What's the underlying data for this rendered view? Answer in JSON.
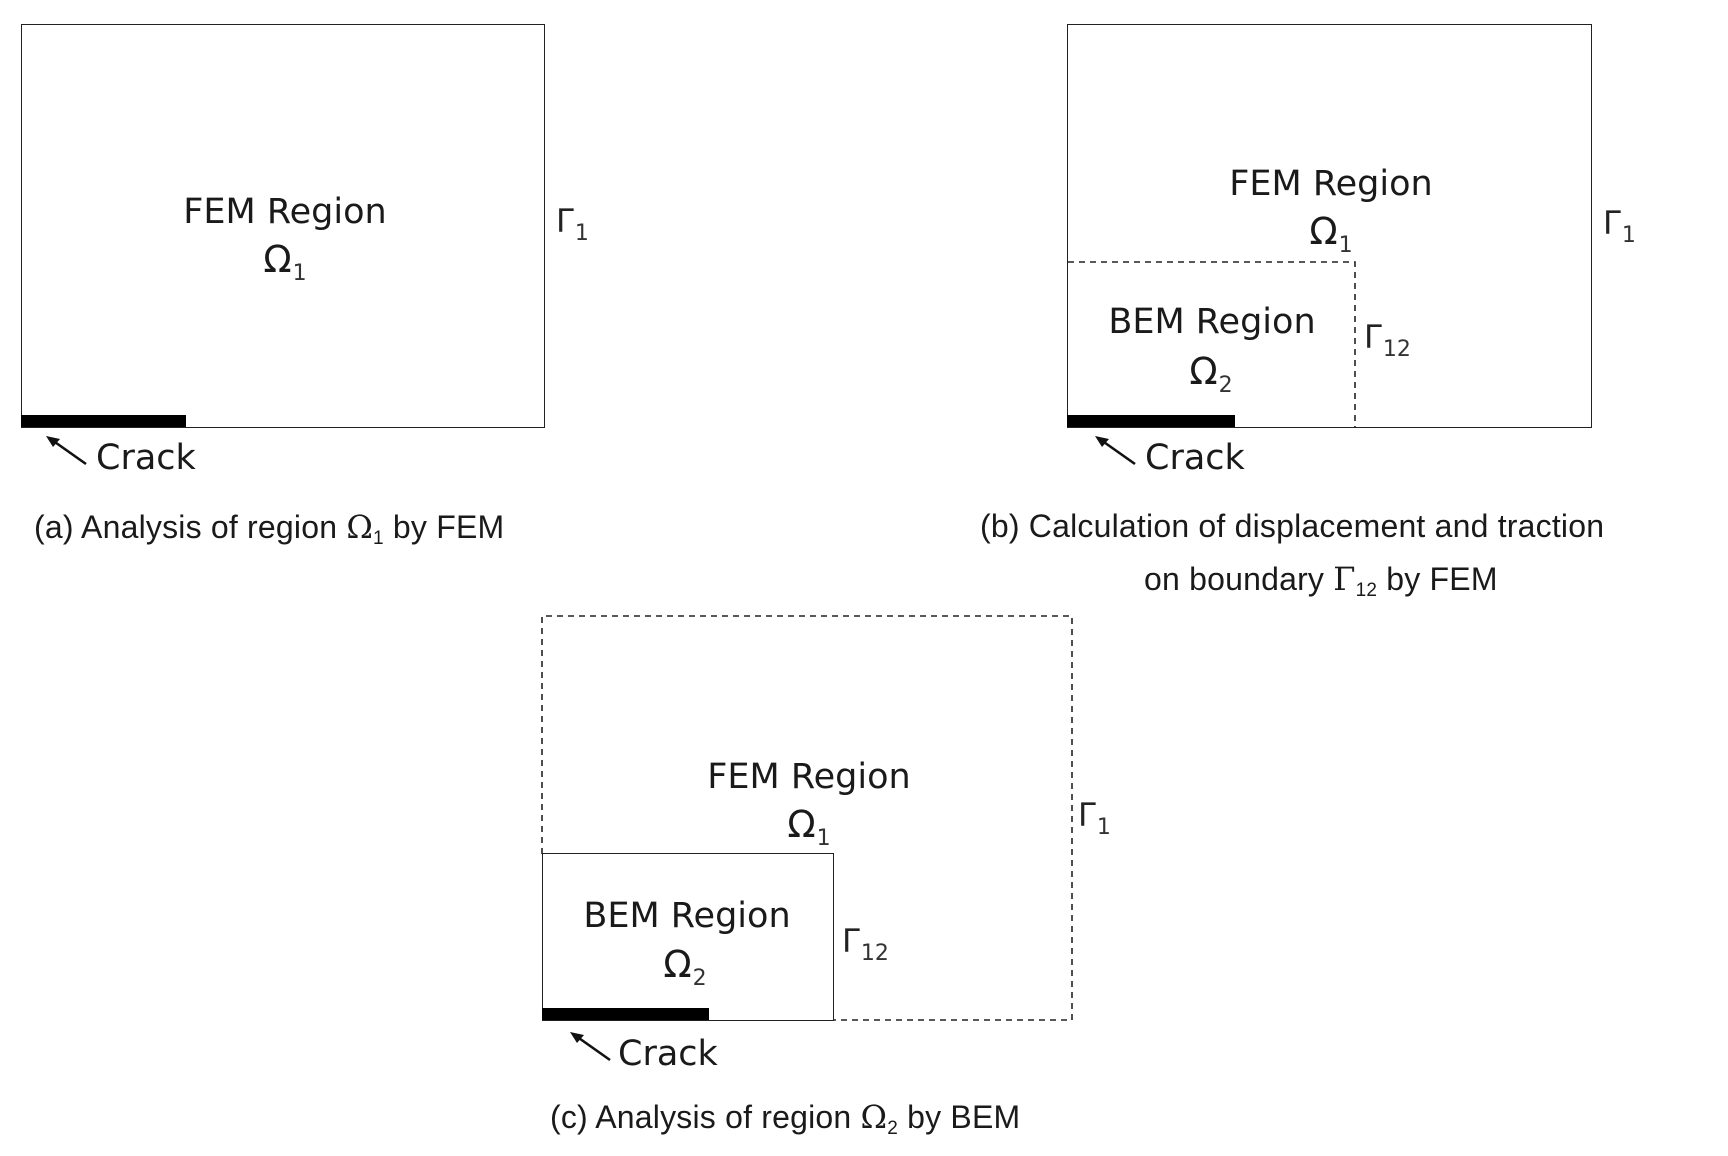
{
  "panel_a": {
    "region_label": "FEM Region",
    "omega_symbol": "Ω",
    "omega_index": "1",
    "gamma_symbol": "Γ",
    "gamma_index": "1",
    "crack_label": "Crack",
    "caption_prefix": "(a) Analysis of region ",
    "caption_symbol": "Ω",
    "caption_index": "1",
    "caption_suffix": " by FEM"
  },
  "panel_b": {
    "fem_label": "FEM Region",
    "fem_omega_symbol": "Ω",
    "fem_omega_index": "1",
    "bem_label": "BEM Region",
    "bem_omega_symbol": "Ω",
    "bem_omega_index": "2",
    "gamma1_symbol": "Γ",
    "gamma1_index": "1",
    "gamma12_symbol": "Γ",
    "gamma12_index": "12",
    "crack_label": "Crack",
    "caption_line1": "(b) Calculation of displacement and traction",
    "caption_line2_prefix": "on boundary ",
    "caption_line2_symbol": "Γ",
    "caption_line2_index": "12",
    "caption_line2_suffix": " by FEM"
  },
  "panel_c": {
    "fem_label": "FEM Region",
    "fem_omega_symbol": "Ω",
    "fem_omega_index": "1",
    "bem_label": "BEM Region",
    "bem_omega_symbol": "Ω",
    "bem_omega_index": "2",
    "gamma1_symbol": "Γ",
    "gamma1_index": "1",
    "gamma12_symbol": "Γ",
    "gamma12_index": "12",
    "crack_label": "Crack",
    "caption_prefix": "(c) Analysis of region ",
    "caption_symbol": "Ω",
    "caption_index": "2",
    "caption_suffix": " by BEM"
  }
}
